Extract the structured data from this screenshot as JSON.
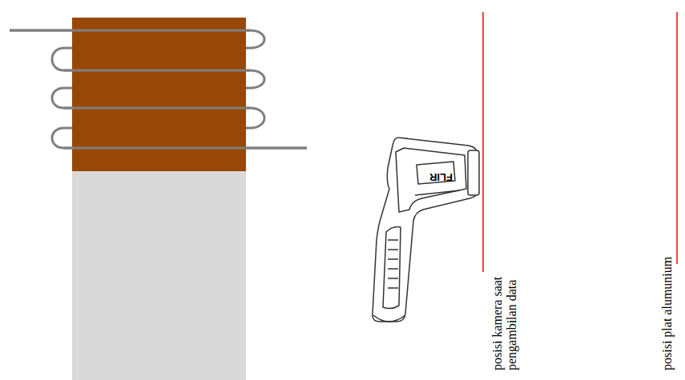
{
  "diagram": {
    "labels": [
      "posisi kamera saat pengambilan data",
      "posisi plat alumunium",
      "FLIR"
    ]
  }
}
